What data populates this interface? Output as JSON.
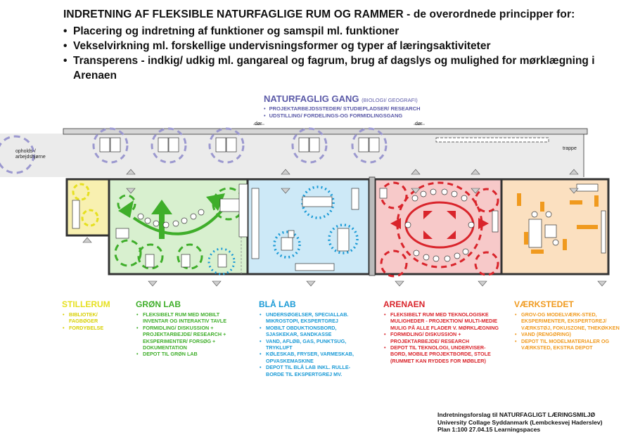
{
  "header": {
    "title": "INDRETNING AF FLEKSIBLE NATURFAGLIGE RUM OG RAMMER - de overordnede principper for:",
    "bullets": [
      "Placering og indretning af funktioner og samspil ml. funktioner",
      "Vekselvirkning ml. forskellige undervisningsformer og typer af læringsaktiviteter",
      "Transperens - indkig/ udkig ml. gangareal og fagrum, brug af dagslys og mulighed for mørklægning i Arenaen"
    ]
  },
  "gang": {
    "title": "NATURFAGLIG GANG",
    "subtitle": "(BIOLOGI/ GEOGRAFI)",
    "items": [
      "PROJEKTARBEJDSSTEDER/ STUDIEPLADSER/ RESEARCH",
      "UDSTILLING/ FORDELINGS-OG FORMIDLINGSGANG"
    ]
  },
  "plan_labels": {
    "door1": "dør",
    "door2": "dør",
    "stairs": "trappe",
    "lounge": "opholds-/ arbejdshjørne"
  },
  "rooms": [
    {
      "title": "STILLERUM",
      "color": "#e6e020",
      "items": [
        "BIBLIOTEK/ FAGBØGER",
        "FORDYBELSE"
      ]
    },
    {
      "title": "GRØN LAB",
      "color": "#3fae2a",
      "items": [
        "FLEKSIBELT RUM MED MOBILT INVENTAR OG INTERAKTIV TAVLE",
        "FORMIDLING/ DISKUSSION + PROJEKTARBEJDE/ RESEARCH + EKSPERIMENTER/ FORSØG + DOKUMENTATION",
        "DEPOT TIL GRØN LAB"
      ]
    },
    {
      "title": "BLÅ LAB",
      "color": "#1a9ad6",
      "items": [
        "UNDERSØGELSER, SPECIALLAB. MIKROSTOPI, EKSPERTGREJ",
        "MOBILT OBDUKTIONSBORD, SJASKEKAR, SANDKASSE",
        "VAND, AFLØB, GAS, PUNKTSUG, TRYKLUFT",
        "KØLESKAB, FRYSER, VARMESKAB, OPVASKEMASKINE",
        "DEPOT TIL BLÅ LAB INKL. RULLE-BORDE TIL EKSPERTGREJ MV."
      ]
    },
    {
      "title": "ARENAEN",
      "color": "#d9242b",
      "items": [
        "FLEKSIBELT RUM MED TEKNOLOGISKE MULIGHEDER - PROJEKTION/ MULTI-MEDIE MULIG PÅ ALLE FLADER V. MØRKLÆGNING",
        "FORMIDLING/ DISKUSSION + PROJEKTARBEJDE/ RESEARCH",
        "DEPOT TIL TEKNOLOGI, UNDERVISER-BORD, MOBILE PROJEKTBORDE, STOLE (RUMMET KAN RYDDES FOR MØBLER)"
      ]
    },
    {
      "title": "VÆRKSTEDET",
      "color": "#f09a1e",
      "items": [
        "GROV-OG MODELVÆRK-STED, EKSPERIMENTER, EKSPERTGREJ/ VÆRKSTØJ, FOKUSZONE, THEKØKKEN",
        "VAND (RENGØRING)",
        "DEPOT TIL MODELMATERIALER OG VÆRKSTED, EKSTRA DEPOT"
      ]
    }
  ],
  "footer": {
    "line1": "Indretningsforslag til NATURFAGLIGT LÆRINGSMILJØ",
    "line2": "University Collage Syddanmark (Lembckesvej Haderslev)",
    "line3": "Plan 1:100   27.04.15  Learningspaces"
  },
  "colors": {
    "stillerum": "#f8f0b0",
    "groen": "#d8f0cf",
    "blaa": "#cde9f7",
    "arena": "#f7c9c9",
    "vaerksted": "#fbe0c0",
    "gang": "#9b98cf",
    "wall": "#e6e6e6"
  }
}
